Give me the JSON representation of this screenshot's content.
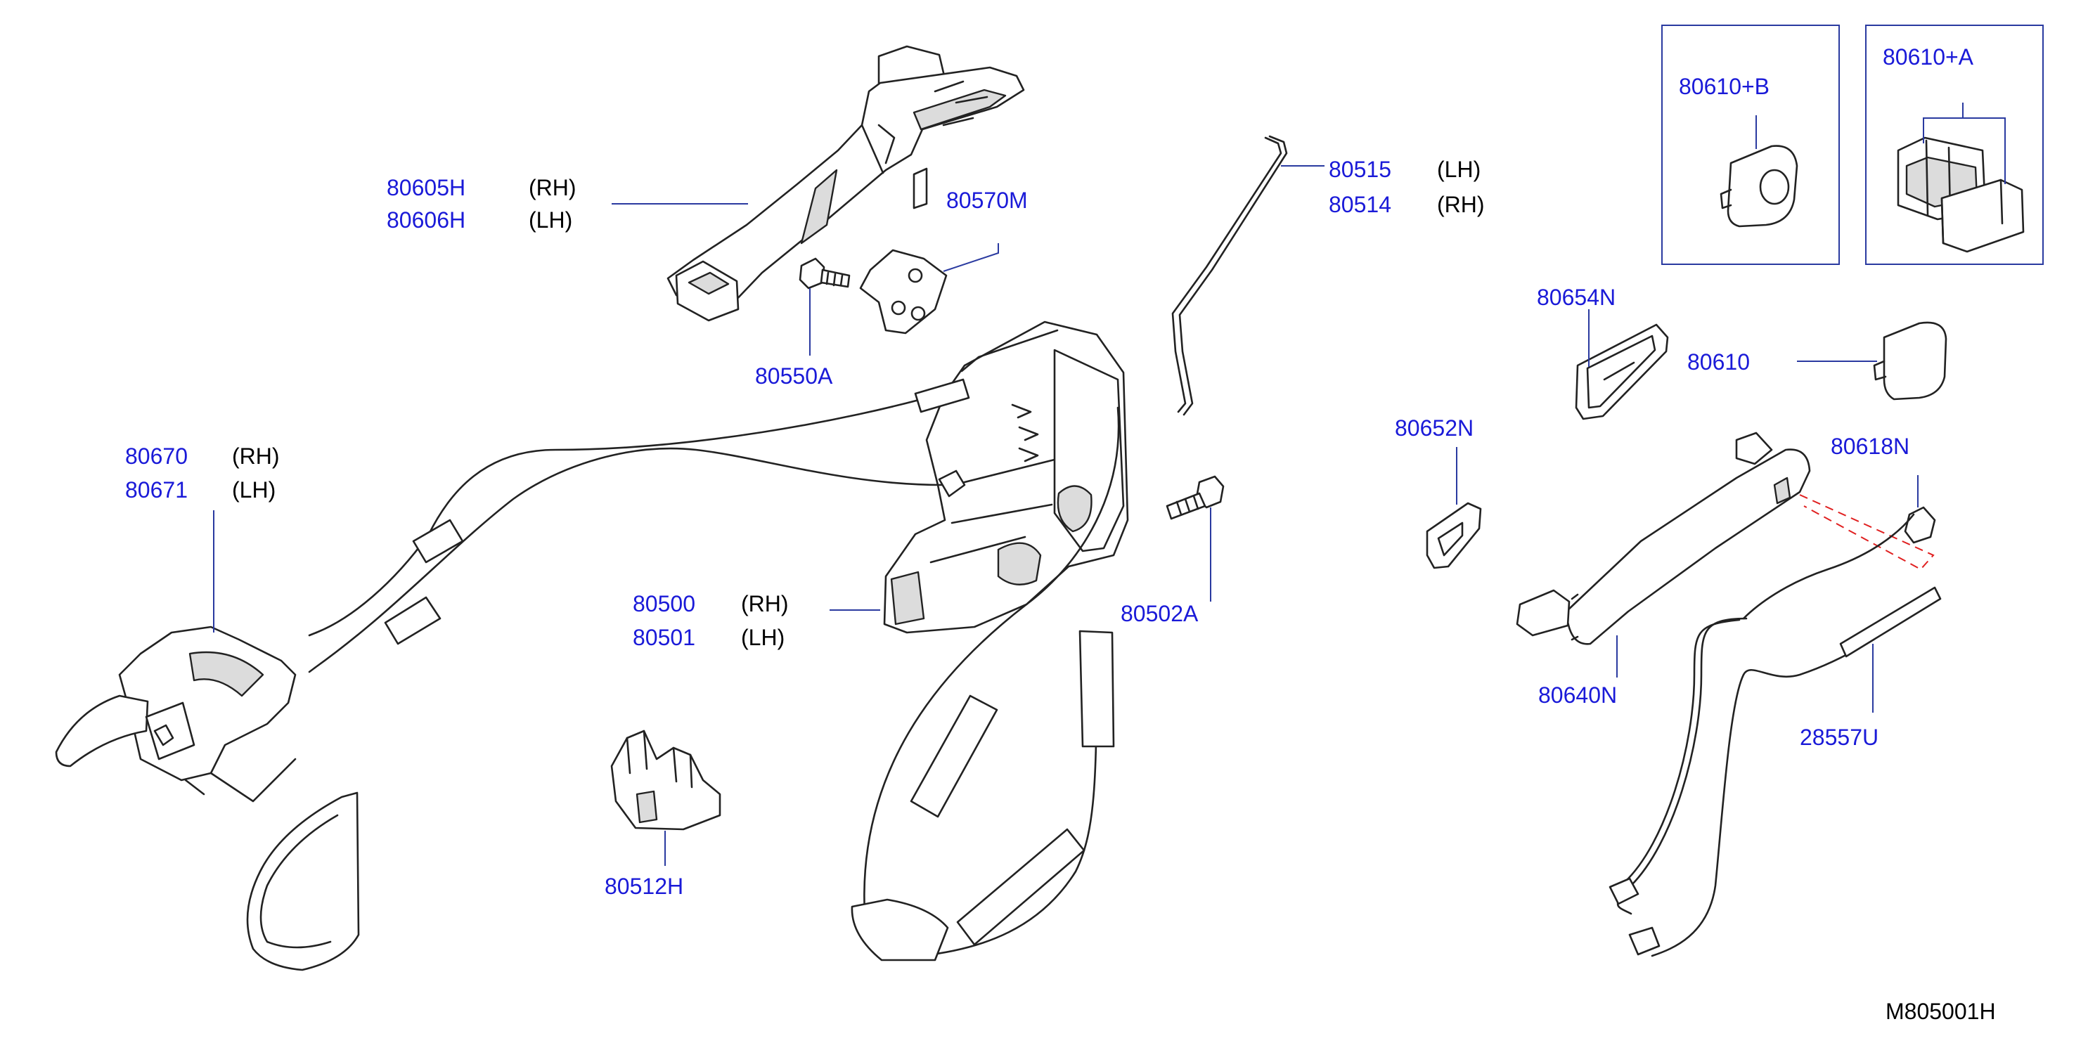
{
  "labels": {
    "p80605H": "80605H",
    "p80605H_side": "(RH)",
    "p80606H": "80606H",
    "p80606H_side": "(LH)",
    "p80570M": "80570M",
    "p80550A": "80550A",
    "p80515": "80515",
    "p80515_side": "(LH)",
    "p80514": "80514",
    "p80514_side": "(RH)",
    "p80610B": "80610+B",
    "p80610A": "80610+A",
    "p80654N": "80654N",
    "p80610": "80610",
    "p80652N": "80652N",
    "p80618N": "80618N",
    "p80670": "80670",
    "p80670_side": "(RH)",
    "p80671": "80671",
    "p80671_side": "(LH)",
    "p80500": "80500",
    "p80500_side": "(RH)",
    "p80501": "80501",
    "p80501_side": "(LH)",
    "p80502A": "80502A",
    "p80640N": "80640N",
    "p28557U": "28557U",
    "p80512H": "80512H"
  },
  "diagram_code": "M805001H",
  "colors": {
    "part_number": "#1a1ad8",
    "leader_line": "#2a3aa0",
    "dashed_connector": "#e02020",
    "drawing": "#222222"
  }
}
